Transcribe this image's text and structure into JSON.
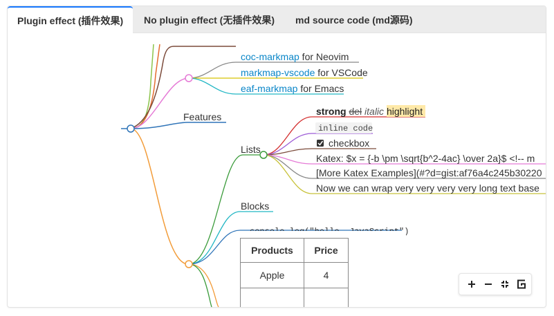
{
  "tabs": [
    {
      "label": "Plugin effect (插件效果)",
      "active": true
    },
    {
      "label": "No plugin effect (无插件效果)",
      "active": false
    },
    {
      "label": "md source code (md源码)",
      "active": false
    }
  ],
  "mindmap": {
    "links": [
      {
        "name": "coc-markmap",
        "suffix": " for Neovim"
      },
      {
        "name": "markmap-vscode",
        "suffix": " for VSCode"
      },
      {
        "name": "eaf-markmap",
        "suffix": " for Emacs"
      }
    ],
    "features_label": "Features",
    "lists_label": "Lists",
    "list_items": {
      "strong": "strong",
      "del": "del",
      "italic": "italic",
      "highlight": "highlight",
      "inline_code": "inline code",
      "checkbox": "checkbox",
      "katex": "Katex: $x = {-b \\pm \\sqrt{b^2-4ac} \\over 2a}$ <!-- m",
      "more_katex": "[More Katex Examples](#?d=gist:af76a4c245b30220",
      "wrap_text": "Now we can wrap very very very very long text base"
    },
    "blocks_label": "Blocks",
    "code_block": "console.log(\"hello, JavaScript\")"
  },
  "table": {
    "headers": [
      "Products",
      "Price"
    ],
    "rows": [
      [
        "Apple",
        "4"
      ]
    ]
  },
  "toolbar": {
    "buttons": [
      "zoom-in",
      "zoom-out",
      "fit-view",
      "toggle-recursive"
    ]
  },
  "colors": {
    "link": "#0a86c8",
    "highlight_bg": "#ffe9a8",
    "tab_accent": "#1677ff"
  }
}
